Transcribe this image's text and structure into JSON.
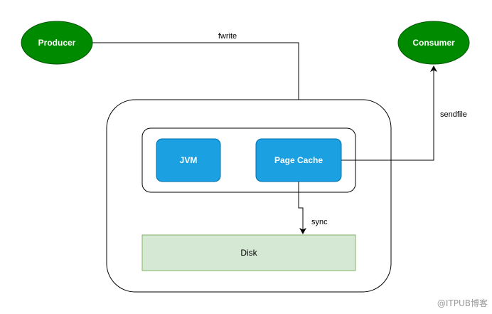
{
  "nodes": {
    "producer": {
      "label": "Producer"
    },
    "consumer": {
      "label": "Consumer"
    },
    "jvm": {
      "label": "JVM"
    },
    "page_cache": {
      "label": "Page Cache"
    },
    "disk": {
      "label": "Disk"
    }
  },
  "edges": {
    "fwrite": {
      "label": "fwrite"
    },
    "sendfile": {
      "label": "sendfile"
    },
    "sync": {
      "label": "sync"
    }
  },
  "watermark": {
    "text": "@ITPUB博客"
  },
  "colors": {
    "ellipse_fill": "#008a00",
    "ellipse_stroke": "#005700",
    "box_fill": "#1ba1e2",
    "box_stroke": "#006eaf",
    "disk_fill": "#d5e8d4",
    "disk_stroke": "#82b366",
    "line": "#000000"
  }
}
